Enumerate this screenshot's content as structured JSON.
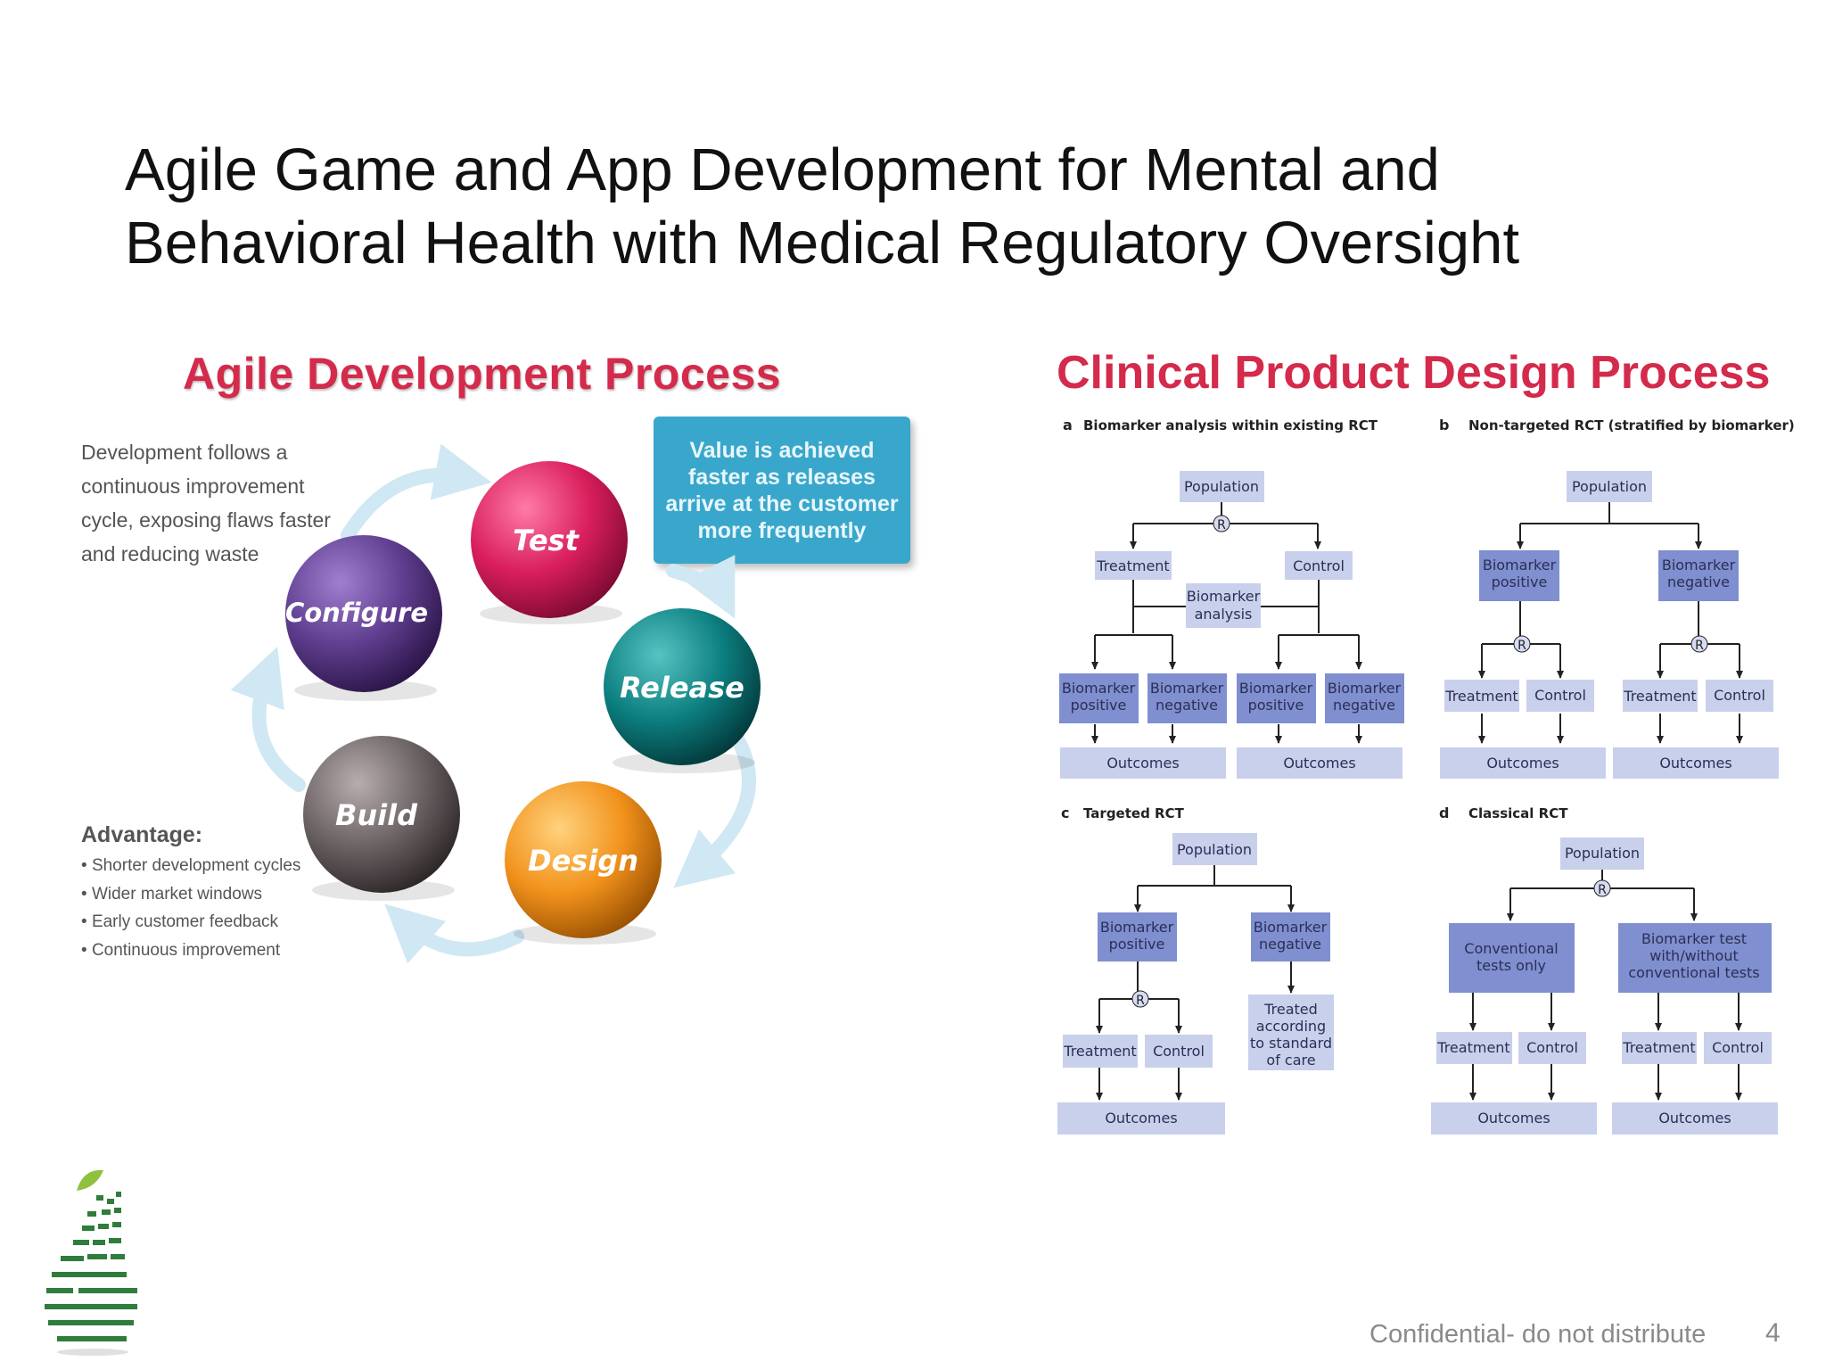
{
  "slide": {
    "title_line1": "Agile Game and App Development for Mental and",
    "title_line2": "Behavioral Health with Medical Regulatory Oversight"
  },
  "agile": {
    "title": "Agile Development Process",
    "intro": "Development follows a continuous improvement cycle, exposing flaws faster and reducing waste",
    "value_box": "Value is achieved faster as releases arrive at the customer more frequently",
    "cycle": [
      {
        "label": "Test",
        "color": "#d91e5c"
      },
      {
        "label": "Release",
        "color": "#0c7f80"
      },
      {
        "label": "Design",
        "color": "#f2921c"
      },
      {
        "label": "Build",
        "color": "#6b6264"
      },
      {
        "label": "Configure",
        "color": "#5f3d8e"
      }
    ],
    "advantage_title": "Advantage:",
    "advantages": [
      "Shorter development cycles",
      "Wider market windows",
      "Early customer feedback",
      "Continuous improvement"
    ]
  },
  "clinical": {
    "title": "Clinical Product Design Process",
    "colors": {
      "dark_box": "#7f8fcf",
      "light_box": "#c9d0ec"
    },
    "panel_a": {
      "letter": "a",
      "title": "Biomarker analysis within existing RCT",
      "population": "Population",
      "r": "R",
      "treatment": "Treatment",
      "control": "Control",
      "analysis_line1": "Biomarker",
      "analysis_line2": "analysis",
      "bm_line1": "Biomarker",
      "positive": "positive",
      "negative": "negative",
      "outcomes": "Outcomes"
    },
    "panel_b": {
      "letter": "b",
      "title": "Non-targeted RCT (stratified by biomarker)",
      "population": "Population",
      "r": "R",
      "bm_line1": "Biomarker",
      "positive": "positive",
      "negative": "negative",
      "treatment": "Treatment",
      "control": "Control",
      "outcomes": "Outcomes"
    },
    "panel_c": {
      "letter": "c",
      "title": "Targeted RCT",
      "population": "Population",
      "r": "R",
      "bm_line1": "Biomarker",
      "positive": "positive",
      "negative": "negative",
      "treatment": "Treatment",
      "control": "Control",
      "outcomes": "Outcomes",
      "treated_lines": [
        "Treated",
        "according",
        "to standard",
        "of care"
      ]
    },
    "panel_d": {
      "letter": "d",
      "title": "Classical RCT",
      "population": "Population",
      "r": "R",
      "conv_line1": "Conventional",
      "conv_line2": "tests only",
      "bmtest_line1": "Biomarker test",
      "bmtest_line2": "with/without",
      "bmtest_line3": "conventional tests",
      "treatment": "Treatment",
      "control": "Control",
      "outcomes": "Outcomes"
    }
  },
  "footer": {
    "confidential": "Confidential- do not distribute",
    "page_number": "4"
  }
}
